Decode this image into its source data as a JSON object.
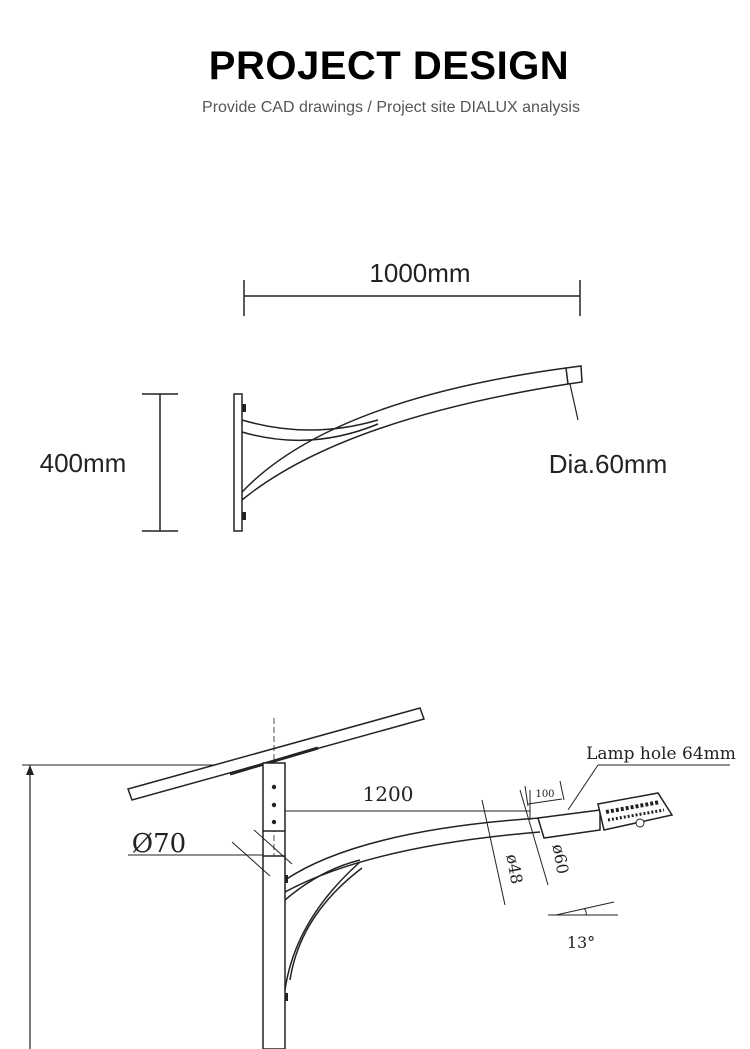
{
  "header": {
    "title": "PROJECT DESIGN",
    "subtitle": "Provide CAD drawings / Project site DIALUX analysis"
  },
  "arm_drawing": {
    "width_label": "1000mm",
    "height_label": "400mm",
    "diameter_label": "Dia.60mm"
  },
  "pole_drawing": {
    "lamp_hole_label": "Lamp hole 64mm",
    "arm_length_label": "1200",
    "pole_diameter_label": "Ø70",
    "small_dim_label": "100",
    "tube_diameter_label": "ø48",
    "end_diameter_label": "ø60",
    "tilt_angle_label": "13°"
  }
}
